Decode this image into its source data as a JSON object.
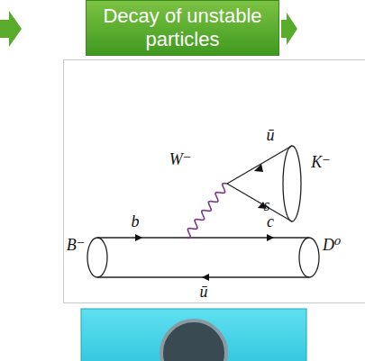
{
  "diagram": {
    "nodes": [
      {
        "text": [
          "Decay of unstable particles"
        ]
      }
    ],
    "labels": [
      "ū",
      "W⁻",
      "K⁻",
      "s",
      "b",
      "c",
      "B⁻",
      "D⁰",
      "ū"
    ]
  }
}
